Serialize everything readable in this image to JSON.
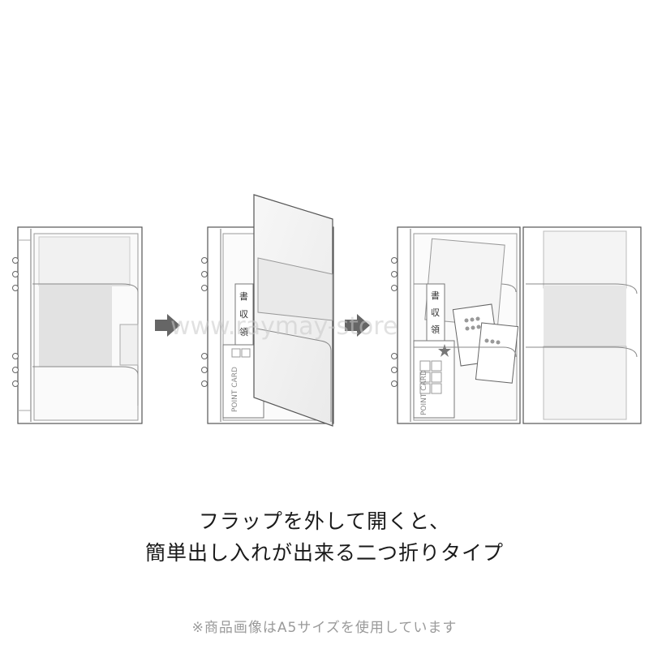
{
  "watermark": "www.raymay-store",
  "caption": {
    "line1": "フラップを外して開くと、",
    "line2": "簡単出し入れが出来る二つ折りタイプ"
  },
  "note": "※商品画像はA5サイズを使用しています",
  "receipt_chars": [
    "領",
    "収",
    "書"
  ],
  "point_card_label": "POINT CARD",
  "colors": {
    "arrow": "#666666",
    "outline": "#555555",
    "panel": "#ffffff",
    "card": "#dcdcdc"
  },
  "icons": {
    "arrow": "arrow-right-icon"
  }
}
